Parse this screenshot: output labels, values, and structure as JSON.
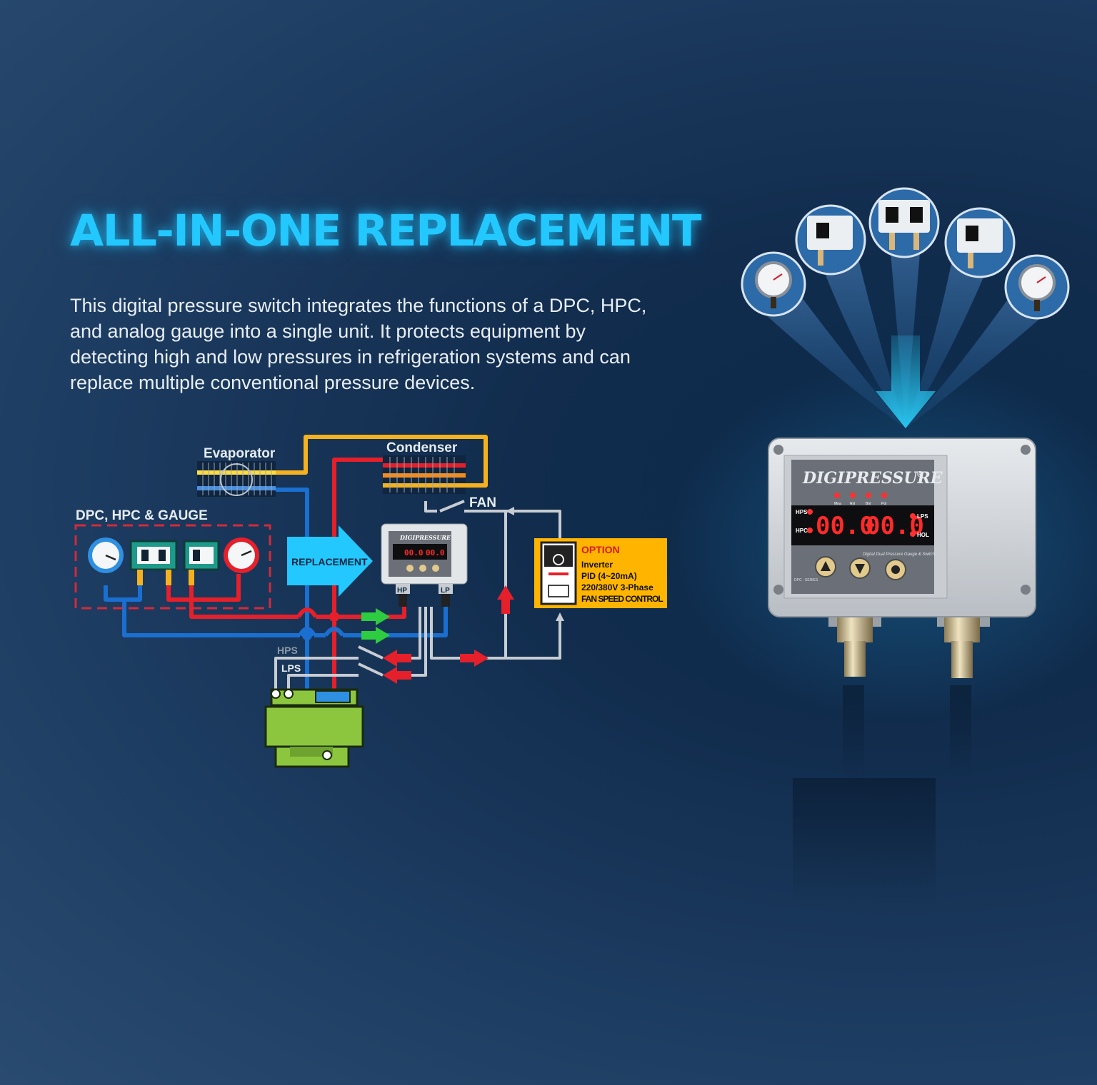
{
  "heading": "ALL-IN-ONE REPLACEMENT",
  "description": "This digital pressure switch integrates the functions of a DPC, HPC, and analog gauge into a single unit. It protects equipment by detecting high and low pressures in refrigeration systems and can replace multiple conventional pressure devices.",
  "diagram": {
    "evaporator": "Evaporator",
    "condenser": "Condenser",
    "fan": "FAN",
    "legacy_group": "DPC, HPC & GAUGE",
    "replacement": "REPLACEMENT",
    "hp_port": "HP",
    "lp_port": "LP",
    "hps": "HPS",
    "lps": "LPS",
    "option": {
      "title": "OPTION",
      "line1": "Inverter",
      "line2": "PID (4~20mA)",
      "line3": "220/380V 3-Phase",
      "line4": "FAN SPEED CONTROL"
    }
  },
  "device": {
    "brand": "DIGIPRESSURE",
    "reg": "®",
    "indicators": [
      "Mna",
      "Ryl",
      "Bnl",
      "Pol"
    ],
    "hps": "HPS",
    "hpc": "HPC",
    "lps": "LPS",
    "hol": "HOL",
    "left_value": "00.0",
    "right_value": "00.0",
    "model_text": "Digital Dual Pressure Gauge & Switch",
    "series": "DPC - SERIES"
  },
  "mini_device": {
    "brand": "DIGIPRESSURE",
    "hp": "HP",
    "lp": "LP",
    "left_value": "00.0",
    "right_value": "00.0"
  },
  "colors": {
    "accent": "#22c8ff",
    "high_pressure": "#e5202a",
    "low_pressure": "#1a6fd0",
    "condenser_line": "#f6b21e",
    "signal": "#d9dde2",
    "flow": "#2ecc40",
    "option_bg": "#ffb400",
    "compressor": "#8cc63f"
  }
}
